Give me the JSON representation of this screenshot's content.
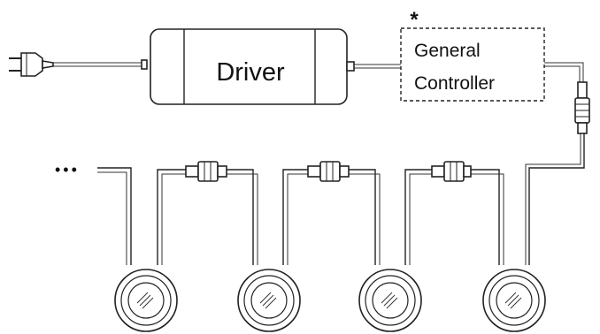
{
  "driver": {
    "label": "Driver"
  },
  "controller": {
    "line1": "General",
    "line2": "Controller",
    "marker": "*"
  },
  "ellipsis": "•••",
  "icons": {
    "plug": "power-plug-icon",
    "connector": "inline-connector-icon",
    "light": "puck-light-icon"
  }
}
